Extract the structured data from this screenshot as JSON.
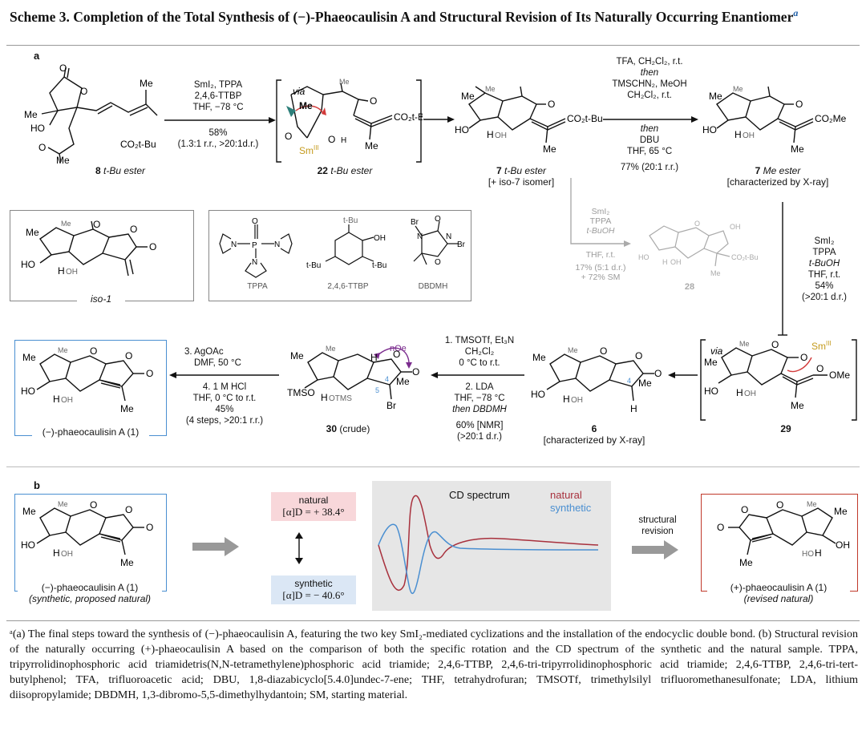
{
  "title_part1": "Scheme 3. Completion of the Total Synthesis of (−)-Phaeocaulisin A and Structural Revision of Its Naturally Occurring Enantiomer",
  "title_sup": "a",
  "panel_a": "a",
  "panel_b": "b",
  "step1": {
    "line1": "SmI₂, TPPA",
    "line2": "2,4,6-TTBP",
    "line3": "THF, −78 °C",
    "line4": "58%",
    "line5": "(1.3:1 r.r., >20:1d.r.)"
  },
  "via_label": "via",
  "sm_label": "Sm",
  "sm_sup": "III",
  "mol8": {
    "num": "8",
    "suffix": "t-Bu ester"
  },
  "mol22": {
    "num": "22",
    "suffix": "t-Bu ester"
  },
  "mol7tbu": {
    "num": "7",
    "suffix": "t-Bu ester",
    "line2": "[+ iso-7 isomer]"
  },
  "step2": {
    "l1": "TFA, CH₂Cl₂, r.t.",
    "l2": "then",
    "l3": "TMSCHN₂, MeOH",
    "l4": "CH₂Cl₂, r.t.",
    "l5": "then",
    "l6": "DBU",
    "l7": "THF, 65 °C",
    "l8": "77% (20:1 r.r.)"
  },
  "mol7me": {
    "num": "7",
    "suffix": "Me ester",
    "line2": "[characterized by X-ray]"
  },
  "grey_step": {
    "l1": "SmI₂",
    "l2": "TPPA",
    "l3": "t-BuOH",
    "l4": "THF, r.t.",
    "l5": "17% (5:1 d.r.)",
    "l6": "+ 72% SM"
  },
  "mol28": "28",
  "step3": {
    "l1": "SmI₂",
    "l2": "TPPA",
    "l3": "t-BuOH",
    "l4": "THF, r.t.",
    "l5": "54%",
    "l6": "(>20:1 d.r.)"
  },
  "iso1": "iso-1",
  "reagents": {
    "tppa": "TPPA",
    "ttbp": "2,4,6-TTBP",
    "dbdmh": "DBDMH"
  },
  "mol29": "29",
  "mol6": {
    "num": "6",
    "line2": "[characterized by X-ray]"
  },
  "step4": {
    "l1": "1. TMSOTf, Et₃N",
    "l2": "CH₂Cl₂",
    "l3": "0 °C to r.t.",
    "l4": "2. LDA",
    "l5": "THF, −78 °C",
    "l6": "then DBDMH",
    "l7": "60% [NMR]",
    "l8": "(>20:1 d.r.)"
  },
  "mol30": {
    "num": "30",
    "suffix": "(crude)"
  },
  "noe": "nOe",
  "step5": {
    "l1": "3. AgOAc",
    "l2": "DMF, 50 °C",
    "l3": "4. 1 M HCl",
    "l4": "THF, 0 °C to r.t.",
    "l5": "45%",
    "l6": "(4 steps, >20:1 r.r.)"
  },
  "product_a": "(−)-phaeocaulisin A (1)",
  "product_b_left": "(−)-phaeocaulisin A (1)",
  "product_b_left_sub": "(synthetic, proposed natural)",
  "natural_box": {
    "label": "natural",
    "value": "[α]D = + 38.4°"
  },
  "synthetic_box": {
    "label": "synthetic",
    "value": "[α]D = − 40.6°"
  },
  "cd": {
    "title": "CD spectrum",
    "legend_natural": "natural",
    "legend_synthetic": "synthetic"
  },
  "revision": {
    "l1": "structural",
    "l2": "revision"
  },
  "product_b_right": "(+)-phaeocaulisin A (1)",
  "product_b_right_sub": "(revised natural)",
  "atoms": {
    "me": "Me",
    "ho": "HO",
    "h": "H",
    "oh": "OH",
    "o": "O",
    "co2tbu": "CO₂t-Bu",
    "co2me": "CO₂Me",
    "ome": "OMe",
    "tmso": "TMSO",
    "otms": "OTMS",
    "br": "Br",
    "n": "N",
    "p": "P",
    "tbu": "t-Bu",
    "n4": "4",
    "n5": "5"
  },
  "footnote": "ᵃ(a) The final steps toward the synthesis of (−)-phaeocaulisin A, featuring the two key SmI₂-mediated cyclizations and the installation of the endocyclic double bond. (b) Structural revision of the naturally occurring (+)-phaeocaulisin A based on the comparison of both the specific rotation and the CD spectrum of the synthetic and the natural sample. TPPA, tripyrrolidinophosphoric acid triamidetris(N,N-tetramethylene)phosphoric acid triamide; 2,4,6-TTBP, 2,4,6-tri-tripyrrolidinophosphoric acid triamide; 2,4,6-TTBP, 2,4,6-tri-tert-butylphenol; TFA, trifluoroacetic acid; DBU, 1,8-diazabicyclo[5.4.0]undec-7-ene; THF, tetrahydrofuran; TMSOTf, trimethylsilyl trifluoromethanesulfonate; LDA, lithium diisopropylamide; DBDMH, 1,3-dibromo-5,5-dimethylhydantoin; SM, starting material.",
  "colors": {
    "blue": "#4a8fd1",
    "red": "#c0392b",
    "natural_curve": "#a8313d",
    "synthetic_curve": "#4a8fd1"
  }
}
